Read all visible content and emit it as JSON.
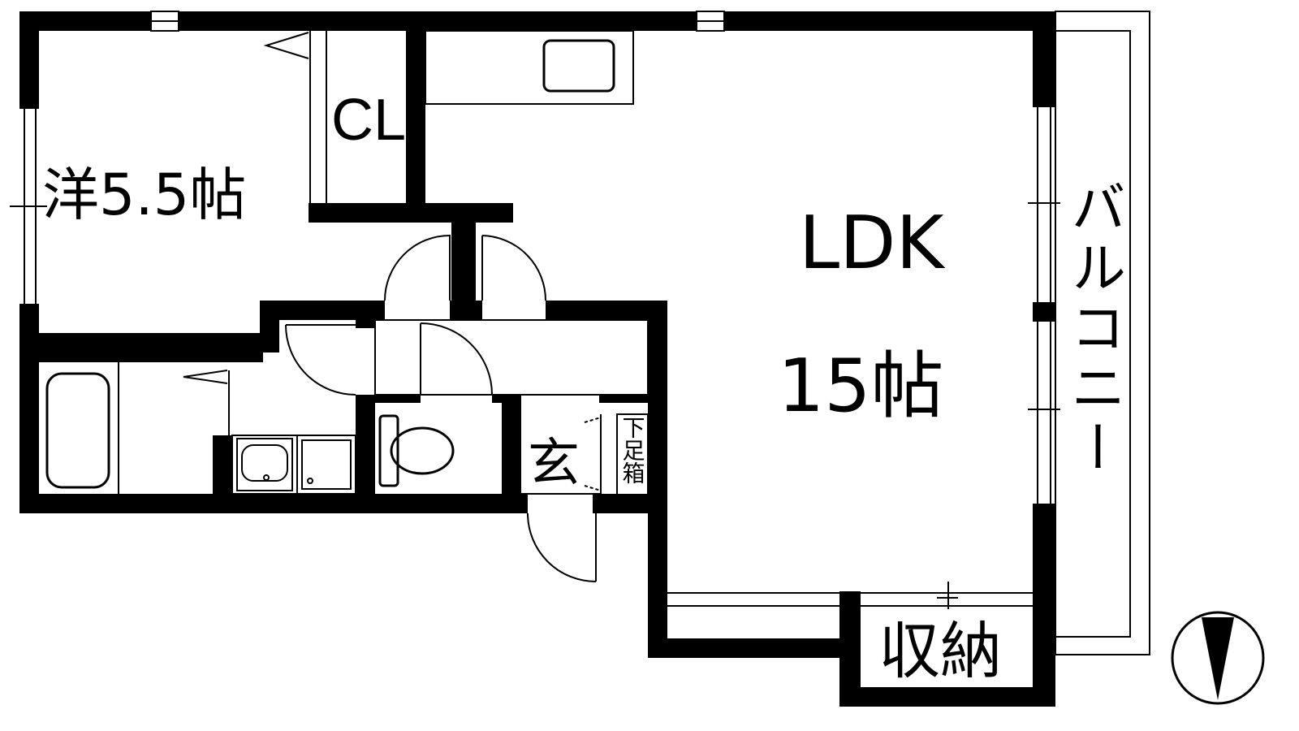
{
  "rooms": {
    "western_room": {
      "label": "洋5.5帖"
    },
    "closet": {
      "label": "CL"
    },
    "ldk": {
      "label": "LDK",
      "size": "15帖"
    },
    "balcony": {
      "label": "バルコニー"
    },
    "entrance": {
      "label": "玄"
    },
    "shoe_box": {
      "label": "下足箱"
    },
    "storage": {
      "label": "収納"
    }
  },
  "colors": {
    "wall": "#000000",
    "line": "#000000",
    "background": "#ffffff"
  },
  "icons": [
    "north-arrow-icon",
    "bathtub-icon",
    "toilet-icon",
    "washbasin-icon",
    "sink-icon"
  ]
}
